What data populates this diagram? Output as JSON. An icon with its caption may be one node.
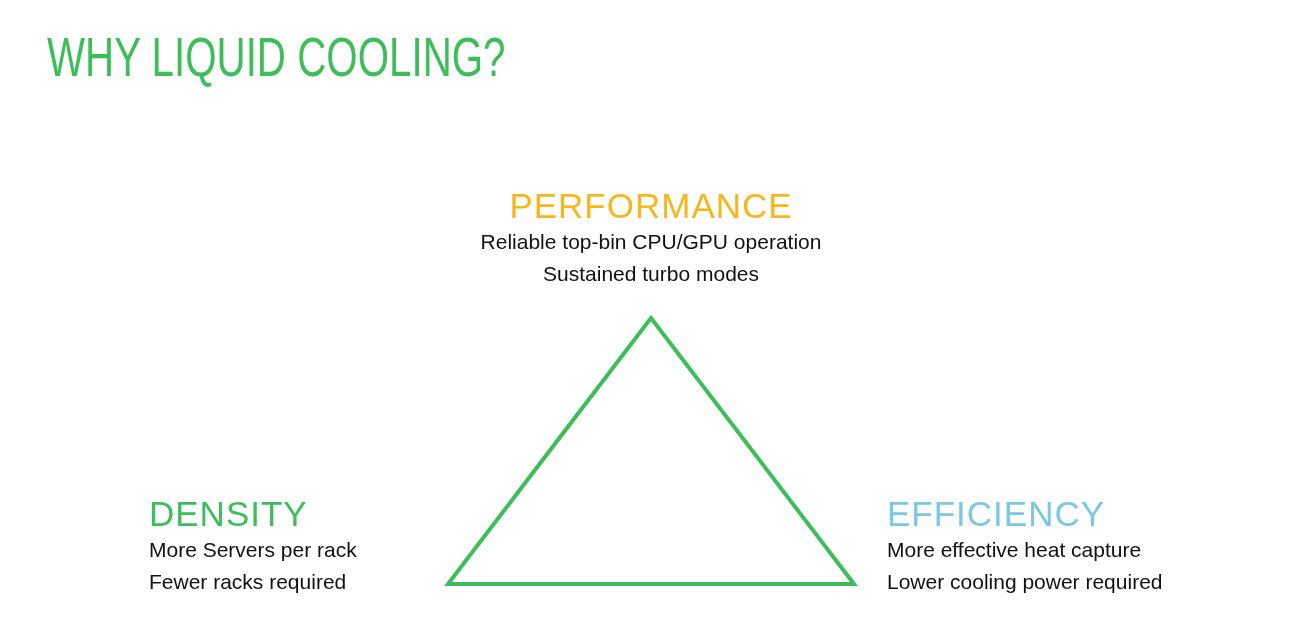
{
  "diagram": {
    "title": "WHY LIQUID COOLING?",
    "nodes": [
      {
        "text": [
          "PERFORMANCE",
          "Reliable top-bin CPU/GPU operation",
          "Sustained turbo modes"
        ]
      },
      {
        "text": [
          "DENSITY",
          "More Servers per rack",
          "Fewer racks required"
        ]
      },
      {
        "text": [
          "EFFICIENCY",
          "More effective heat capture",
          "Lower cooling power required"
        ]
      }
    ]
  }
}
